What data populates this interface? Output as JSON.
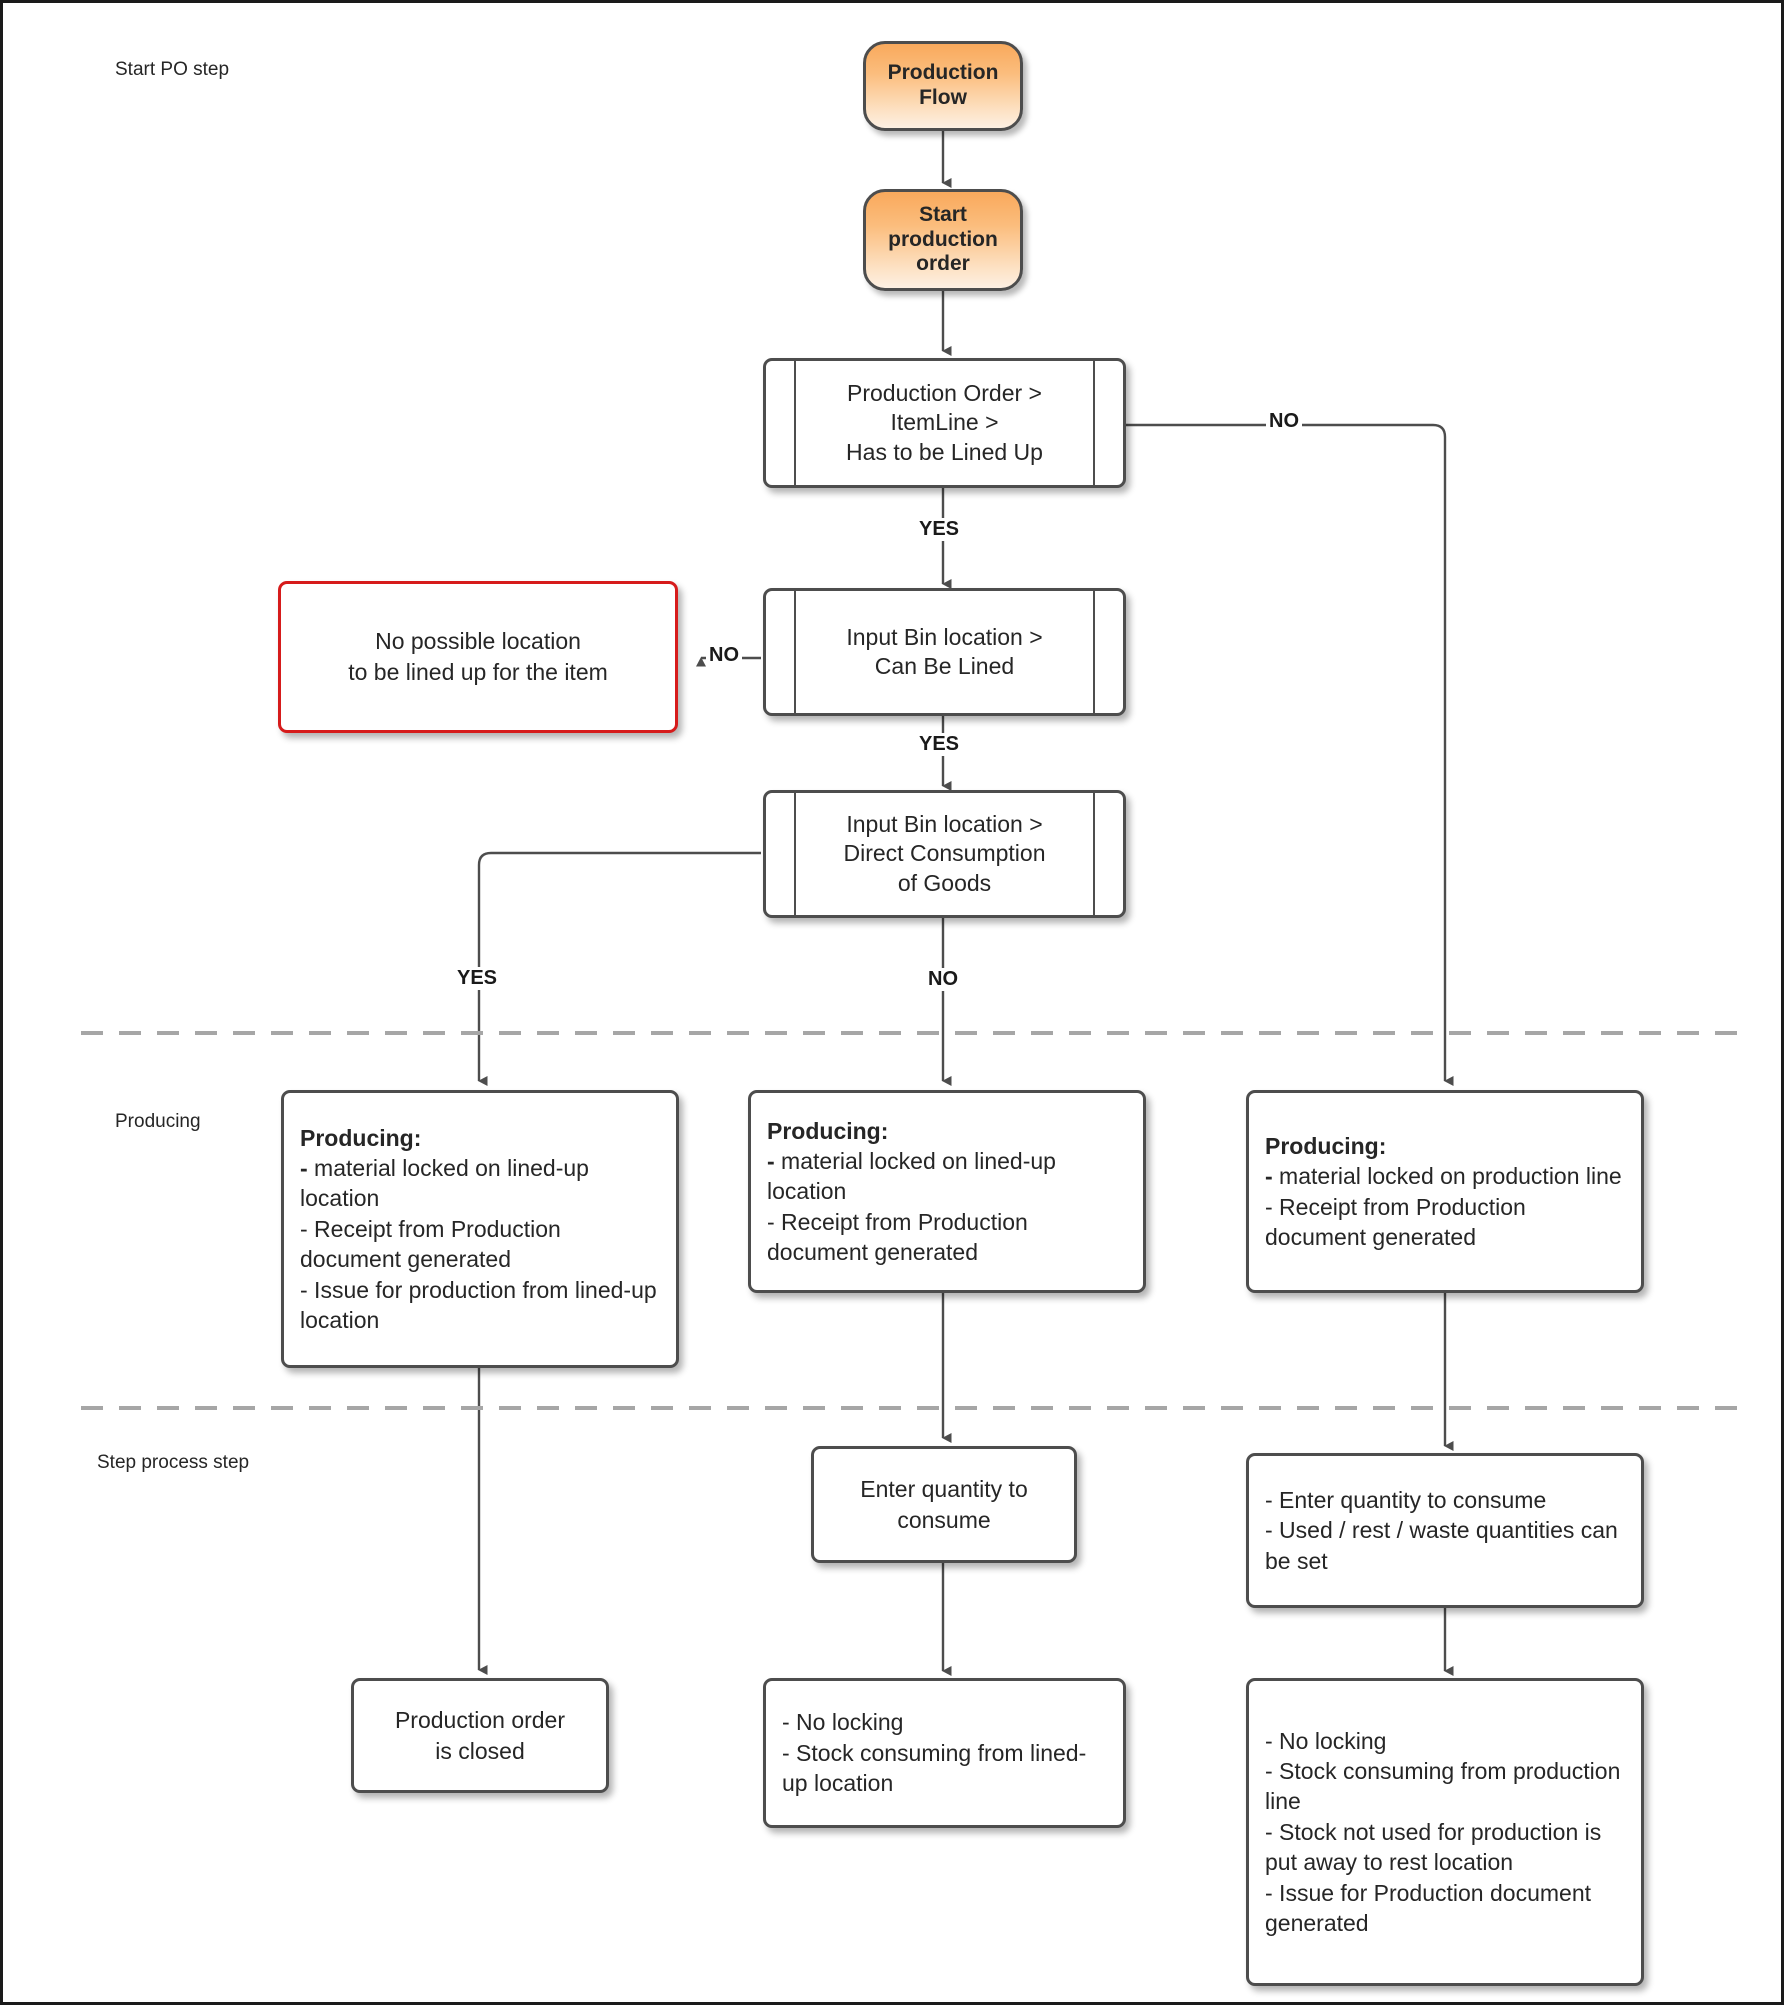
{
  "diagram": {
    "title": "Production Flow",
    "border_color": "#1a1a1a",
    "accent_color": "#f9a95c",
    "alert_color": "#d61b1b",
    "band_divider_color": "#a6a6a6"
  },
  "bands": [
    {
      "label": "Start PO step"
    },
    {
      "label": "Producing"
    },
    {
      "label": "Step process step"
    }
  ],
  "nodes": {
    "production_flow": {
      "line1": "Production",
      "line2": "Flow"
    },
    "start_production_order": {
      "line1": "Start",
      "line2": "production",
      "line3": "order"
    },
    "has_to_be_lined_up": {
      "line1": "Production Order >",
      "line2": "ItemLine >",
      "line3": "Has to be Lined Up"
    },
    "can_be_lined": {
      "line1": "Input Bin location >",
      "line2": "Can Be Lined"
    },
    "direct_consumption": {
      "line1": "Input Bin location >",
      "line2": "Direct Consumption",
      "line3": "of Goods"
    },
    "no_possible_location": {
      "line1": "No possible location",
      "line2": "to be lined up for the item"
    },
    "producing_left": {
      "title": "Producing:",
      "b1_dash": "-",
      "b1_text": " material locked on lined-up location",
      "b2": "- Receipt from Production document  generated",
      "b3": "- Issue for production from lined-up location"
    },
    "producing_middle": {
      "title": "Producing:",
      "b1_dash": "-",
      "b1_text": " material locked on lined-up location",
      "b2": "- Receipt from Production document  generated"
    },
    "producing_right": {
      "title": "Producing:",
      "b1_dash": "-",
      "b1_text": " material locked on production line",
      "b2": "- Receipt from Production document  generated"
    },
    "enter_quantity_middle": {
      "line1": "Enter quantity to",
      "line2": "consume"
    },
    "enter_quantity_right": {
      "b1": "- Enter quantity to consume",
      "b2": "- Used / rest / waste quantities can be set"
    },
    "production_order_closed": {
      "line1": "Production order",
      "line2": "is closed"
    },
    "result_middle": {
      "b1": "- No locking",
      "b2": "- Stock consuming from lined-up location"
    },
    "result_right": {
      "b1": "- No locking",
      "b2": "- Stock consuming from production line",
      "b3": "- Stock not used for production is put away to rest location",
      "b4": "- Issue for Production document generated"
    }
  },
  "edge_labels": {
    "no_lined_up": "NO",
    "yes_lined_up": "YES",
    "no_can_be_lined": "NO",
    "yes_can_be_lined": "YES",
    "yes_direct": "YES",
    "no_direct": "NO"
  }
}
